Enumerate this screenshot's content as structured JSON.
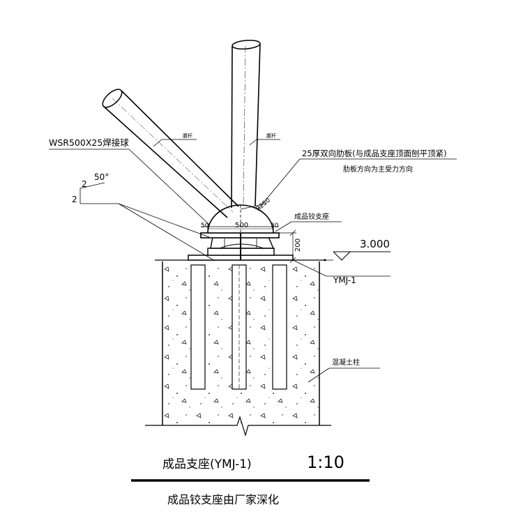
{
  "labels": {
    "weld_ball": "WSR500X25焊接球",
    "member_left": "腹杆",
    "member_right": "腹杆",
    "rib_plate_line1": "25厚双向肋板(与成品支座顶面刨平顶紧)",
    "rib_plate_line2": "肋板方向为主受力方向",
    "bearing": "成品铰支座",
    "embed": "YMJ-1",
    "column": "混凝土柱",
    "elevation": "3.000",
    "weld_a": "2",
    "weld_b": "2",
    "weld_angle": "50°"
  },
  "dims": {
    "left": "50",
    "center": "500",
    "right": "50",
    "radius": "R250",
    "height": "200"
  },
  "title": {
    "main": "成品支座(YMJ-1)",
    "scale": "1:10",
    "note": "成品铰支座由厂家深化"
  }
}
